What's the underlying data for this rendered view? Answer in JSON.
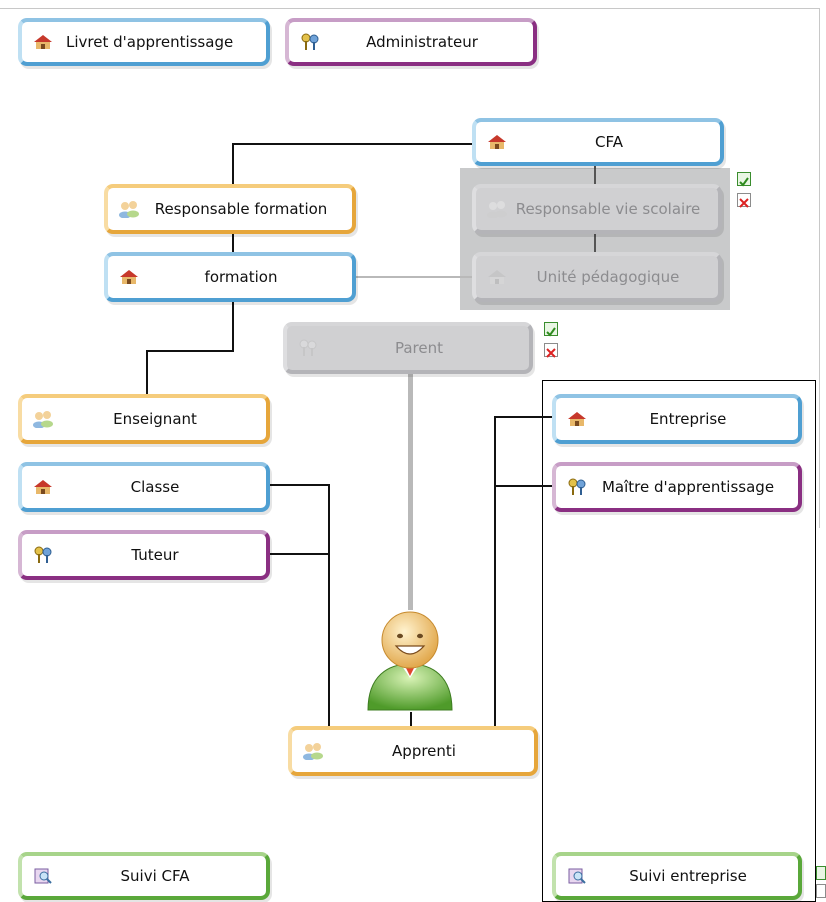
{
  "top": {
    "livret": {
      "label": "Livret d'apprentissage",
      "icon": "house-icon"
    },
    "admin": {
      "label": "Administrateur",
      "icon": "keys-icon"
    }
  },
  "nodes": {
    "cfa": "CFA",
    "resp_formation": "Responsable formation",
    "resp_vie_scolaire": "Responsable vie scolaire",
    "formation": "formation",
    "unite_pedagogique": "Unité pédagogique",
    "parent": "Parent",
    "enseignant": "Enseignant",
    "classe": "Classe",
    "tuteur": "Tuteur",
    "entreprise": "Entreprise",
    "maitre": "Maître d'apprentissage",
    "apprenti": "Apprenti",
    "suivi_cfa": "Suivi CFA",
    "suivi_entreprise": "Suivi entreprise"
  },
  "toggles": {
    "enable_symbol": "✓",
    "disable_symbol": "✕"
  },
  "icons": {
    "house": "house-icon",
    "users": "users-icon",
    "keys": "keys-icon",
    "book": "book-search-icon",
    "avatar": "student-avatar-icon"
  },
  "colors": {
    "blue": "#4f9fd2",
    "orange": "#e6a63b",
    "purple": "#8a2f82",
    "green": "#5aa83a",
    "disabled": "#c9cacb"
  }
}
